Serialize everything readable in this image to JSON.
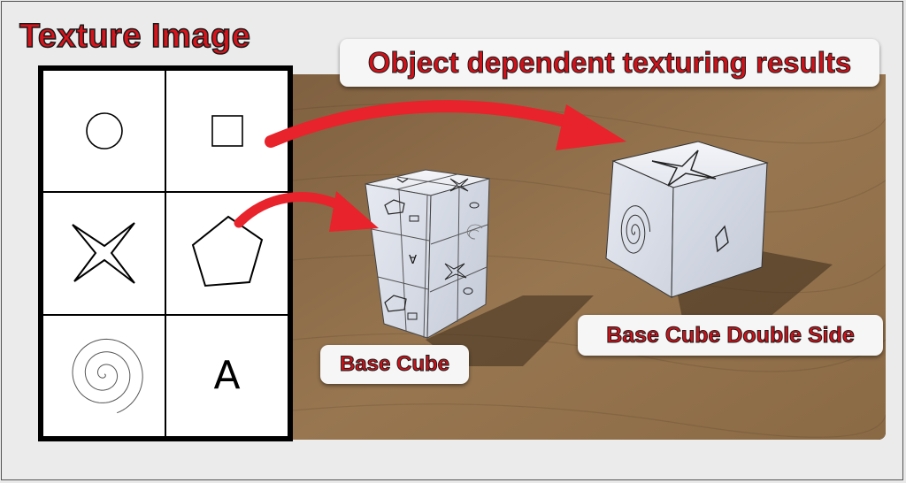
{
  "title": "Texture Image",
  "results_label": "Object dependent texturing results",
  "base_cube_label": "Base Cube",
  "double_side_label": "Base Cube Double Side",
  "texture_cells": [
    {
      "shape": "circle"
    },
    {
      "shape": "square"
    },
    {
      "shape": "four-point-star"
    },
    {
      "shape": "pentagon"
    },
    {
      "shape": "spiral"
    },
    {
      "shape": "letter",
      "text": "A"
    }
  ],
  "colors": {
    "title_red": "#d7141c",
    "arrow_red": "#e8232b",
    "table_brown": "#8b6a45",
    "cube_face": "#e9ecf3"
  }
}
